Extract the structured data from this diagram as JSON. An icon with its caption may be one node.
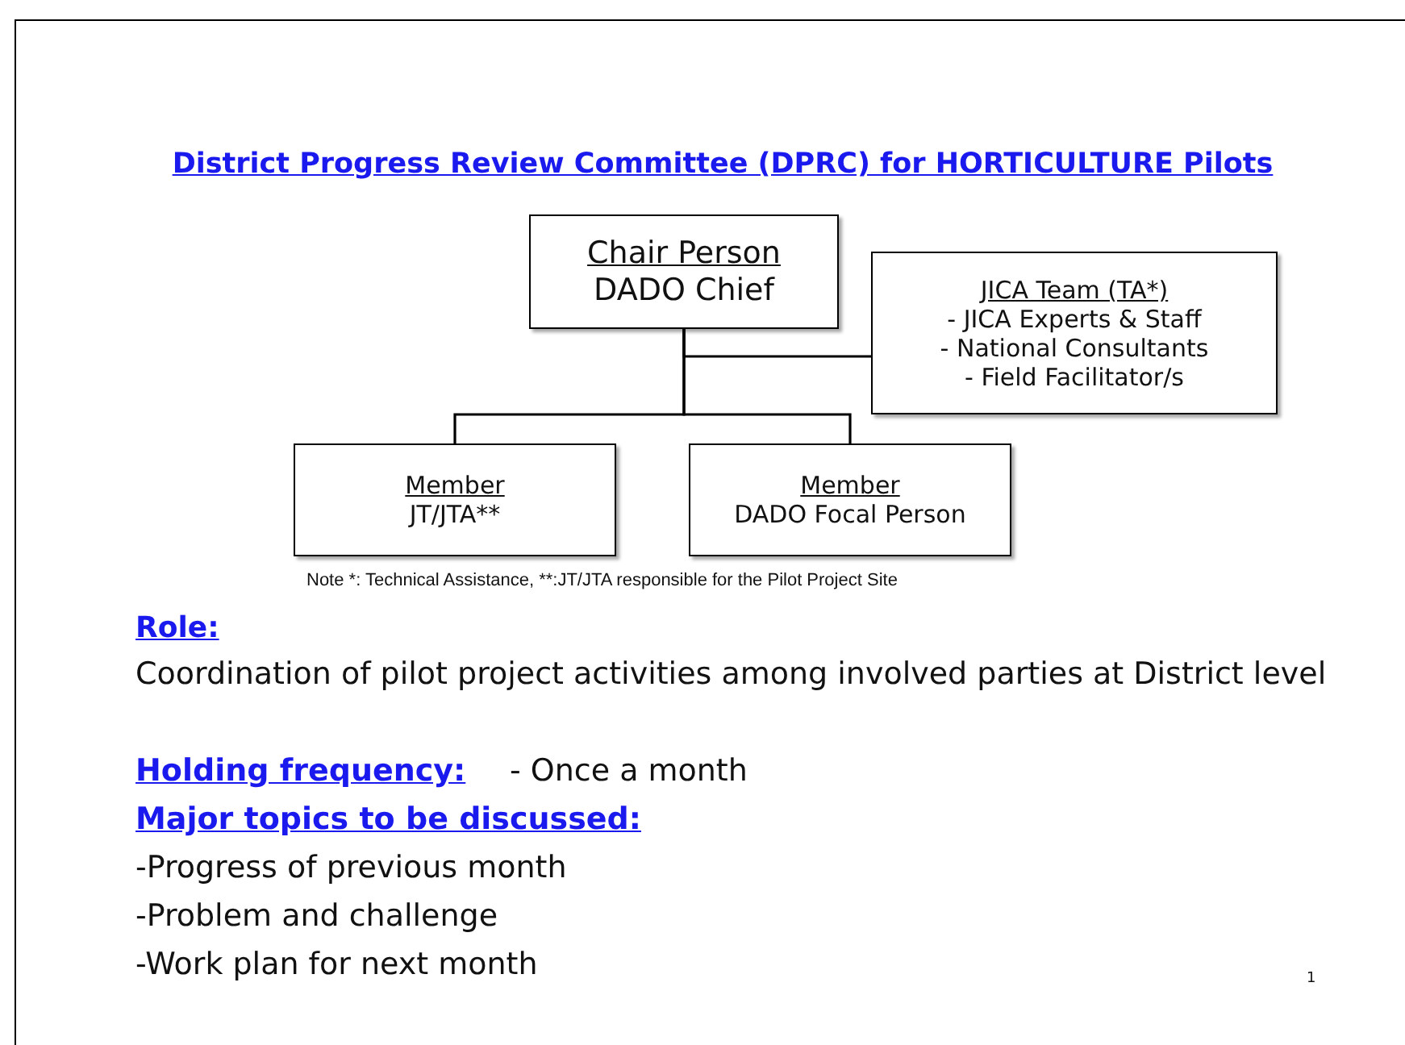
{
  "diagram": {
    "title": "District Progress Review Committee (DPRC) for HORTICULTURE Pilots",
    "nodes": [
      {
        "text": [
          "Chair Person",
          "DADO Chief"
        ]
      },
      {
        "text": [
          "JICA Team (TA*)",
          "- JICA Experts & Staff",
          "- National Consultants",
          "- Field Facilitator/s"
        ]
      },
      {
        "text": [
          "Member",
          "JT/JTA**"
        ]
      },
      {
        "text": [
          "Member",
          "DADO Focal Person"
        ]
      }
    ],
    "edges": [
      {
        "from": 0,
        "to": 1,
        "arrow": "none"
      },
      {
        "from": 0,
        "to": 2,
        "arrow": "none"
      },
      {
        "from": 0,
        "to": 3,
        "arrow": "none"
      }
    ],
    "labels": [
      "Note *: Technical Assistance,  **:JT/JTA responsible for the Pilot Project Site",
      "Role:",
      "Coordination of pilot project activities among involved parties at District level",
      "Holding frequency:",
      "- Once a month",
      "Major topics to be discussed:",
      "-Progress of previous month",
      "-Problem and challenge",
      "-Work plan for next month",
      "1"
    ]
  }
}
